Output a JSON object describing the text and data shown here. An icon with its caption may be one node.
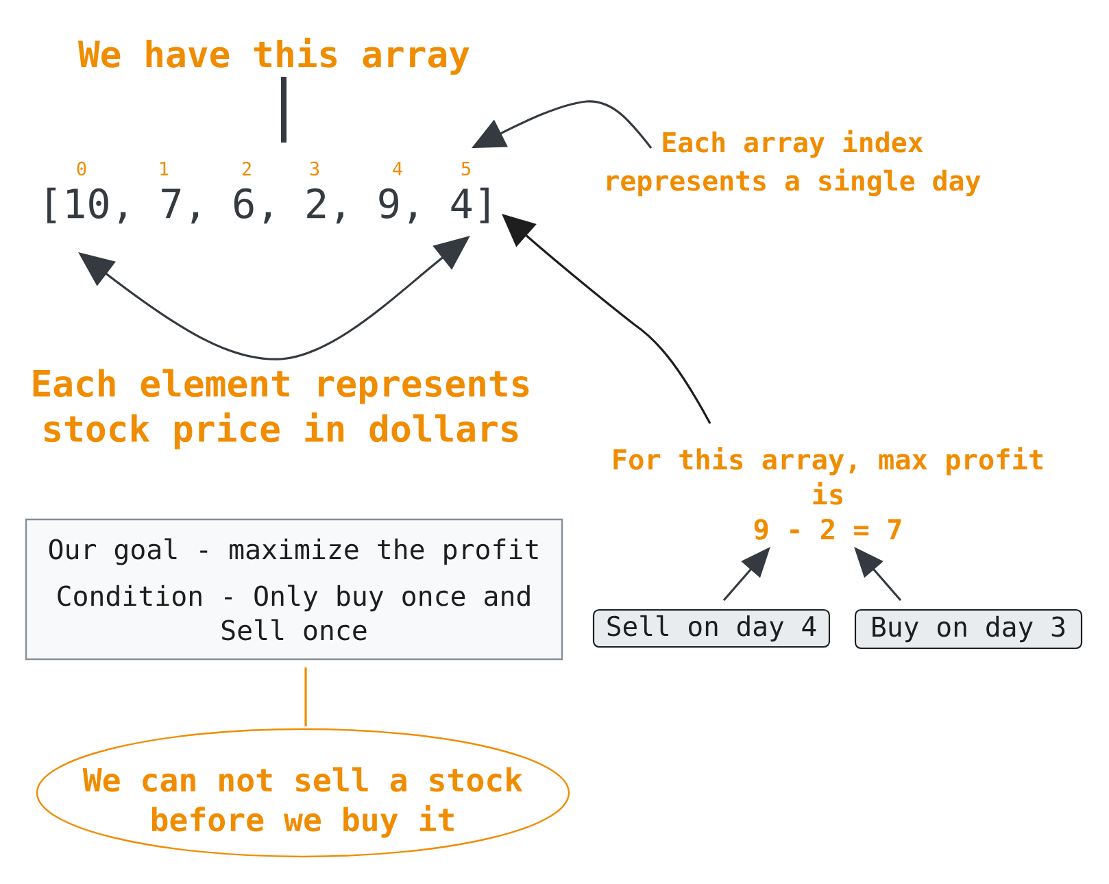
{
  "diagram": {
    "nodes": [
      {
        "text": [
          "We have this array"
        ]
      },
      {
        "text": [
          "[10, 7, 6, 2, 9, 4]"
        ],
        "beside": [
          "0",
          "1",
          "2",
          "3",
          "4",
          "5"
        ]
      },
      {
        "text": [
          "Each array index represents a single day"
        ]
      },
      {
        "text": [
          "For this array, max profit is",
          "9 - 2 = 7"
        ]
      },
      {
        "text": [
          "Sell on day 4"
        ]
      },
      {
        "text": [
          "Buy on day 3"
        ]
      },
      {
        "text": [
          "Our goal - maximize the profit",
          "Condition - Only buy once and Sell once"
        ]
      },
      {
        "text": [
          "We can not sell a stock before we buy it"
        ]
      }
    ],
    "edges": [
      {
        "from": 0,
        "to": 1,
        "arrow": "none",
        "style": "thick"
      },
      {
        "from": 2,
        "to": 1,
        "arrow": "to"
      },
      {
        "from": 1,
        "to": 1,
        "arrow": "both"
      },
      {
        "from": 3,
        "to": 1,
        "arrow": "to",
        "color": "#1e1e1e"
      },
      {
        "from": 4,
        "to": 3,
        "arrow": "to"
      },
      {
        "from": 5,
        "to": 3,
        "arrow": "to"
      },
      {
        "from": 6,
        "to": 7,
        "arrow": "none",
        "color": "#f08c00"
      }
    ],
    "labels": [
      "Each element represents stock price in dollars"
    ]
  }
}
